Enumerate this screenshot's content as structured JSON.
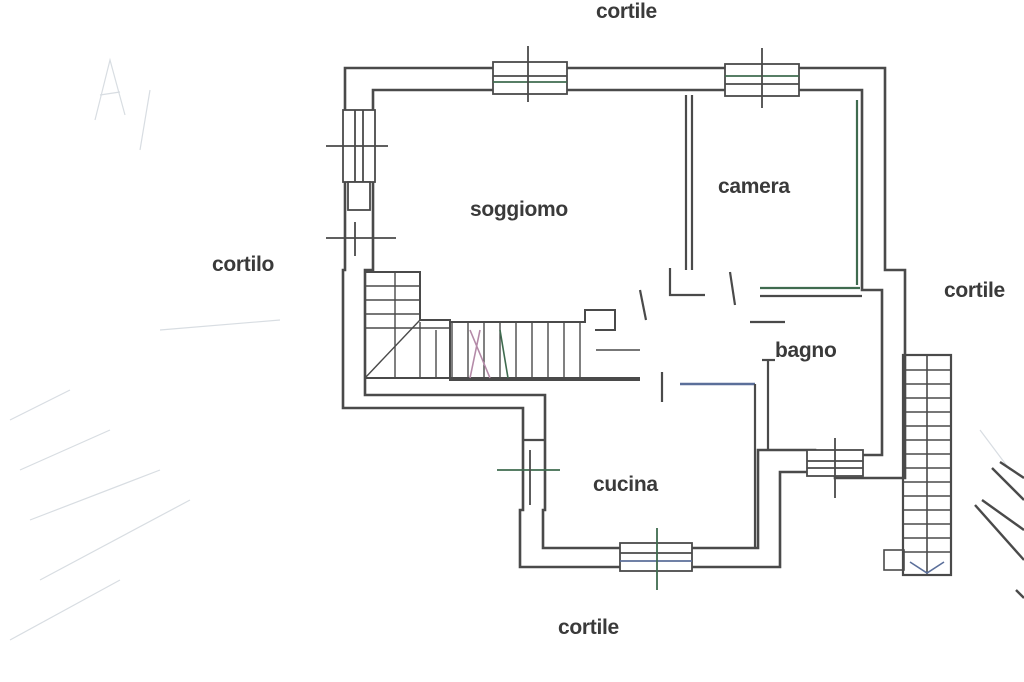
{
  "plan": {
    "courtyard_labels": {
      "top": "cortile",
      "left": "cortilo",
      "right": "cortile",
      "bottom": "cortile"
    },
    "rooms": {
      "living": "soggiomo",
      "bedroom": "camera",
      "bathroom": "bagno",
      "kitchen": "cucina"
    },
    "colors": {
      "wall": "#4a4a4a",
      "wall_fill": "#ffffff",
      "accent_green": "#3f6b4f",
      "accent_blue": "#5b6f9a",
      "stair_accent": "#b48aa8",
      "text": "#3a3a3a",
      "faint_sketch": "#d8dde2"
    }
  }
}
